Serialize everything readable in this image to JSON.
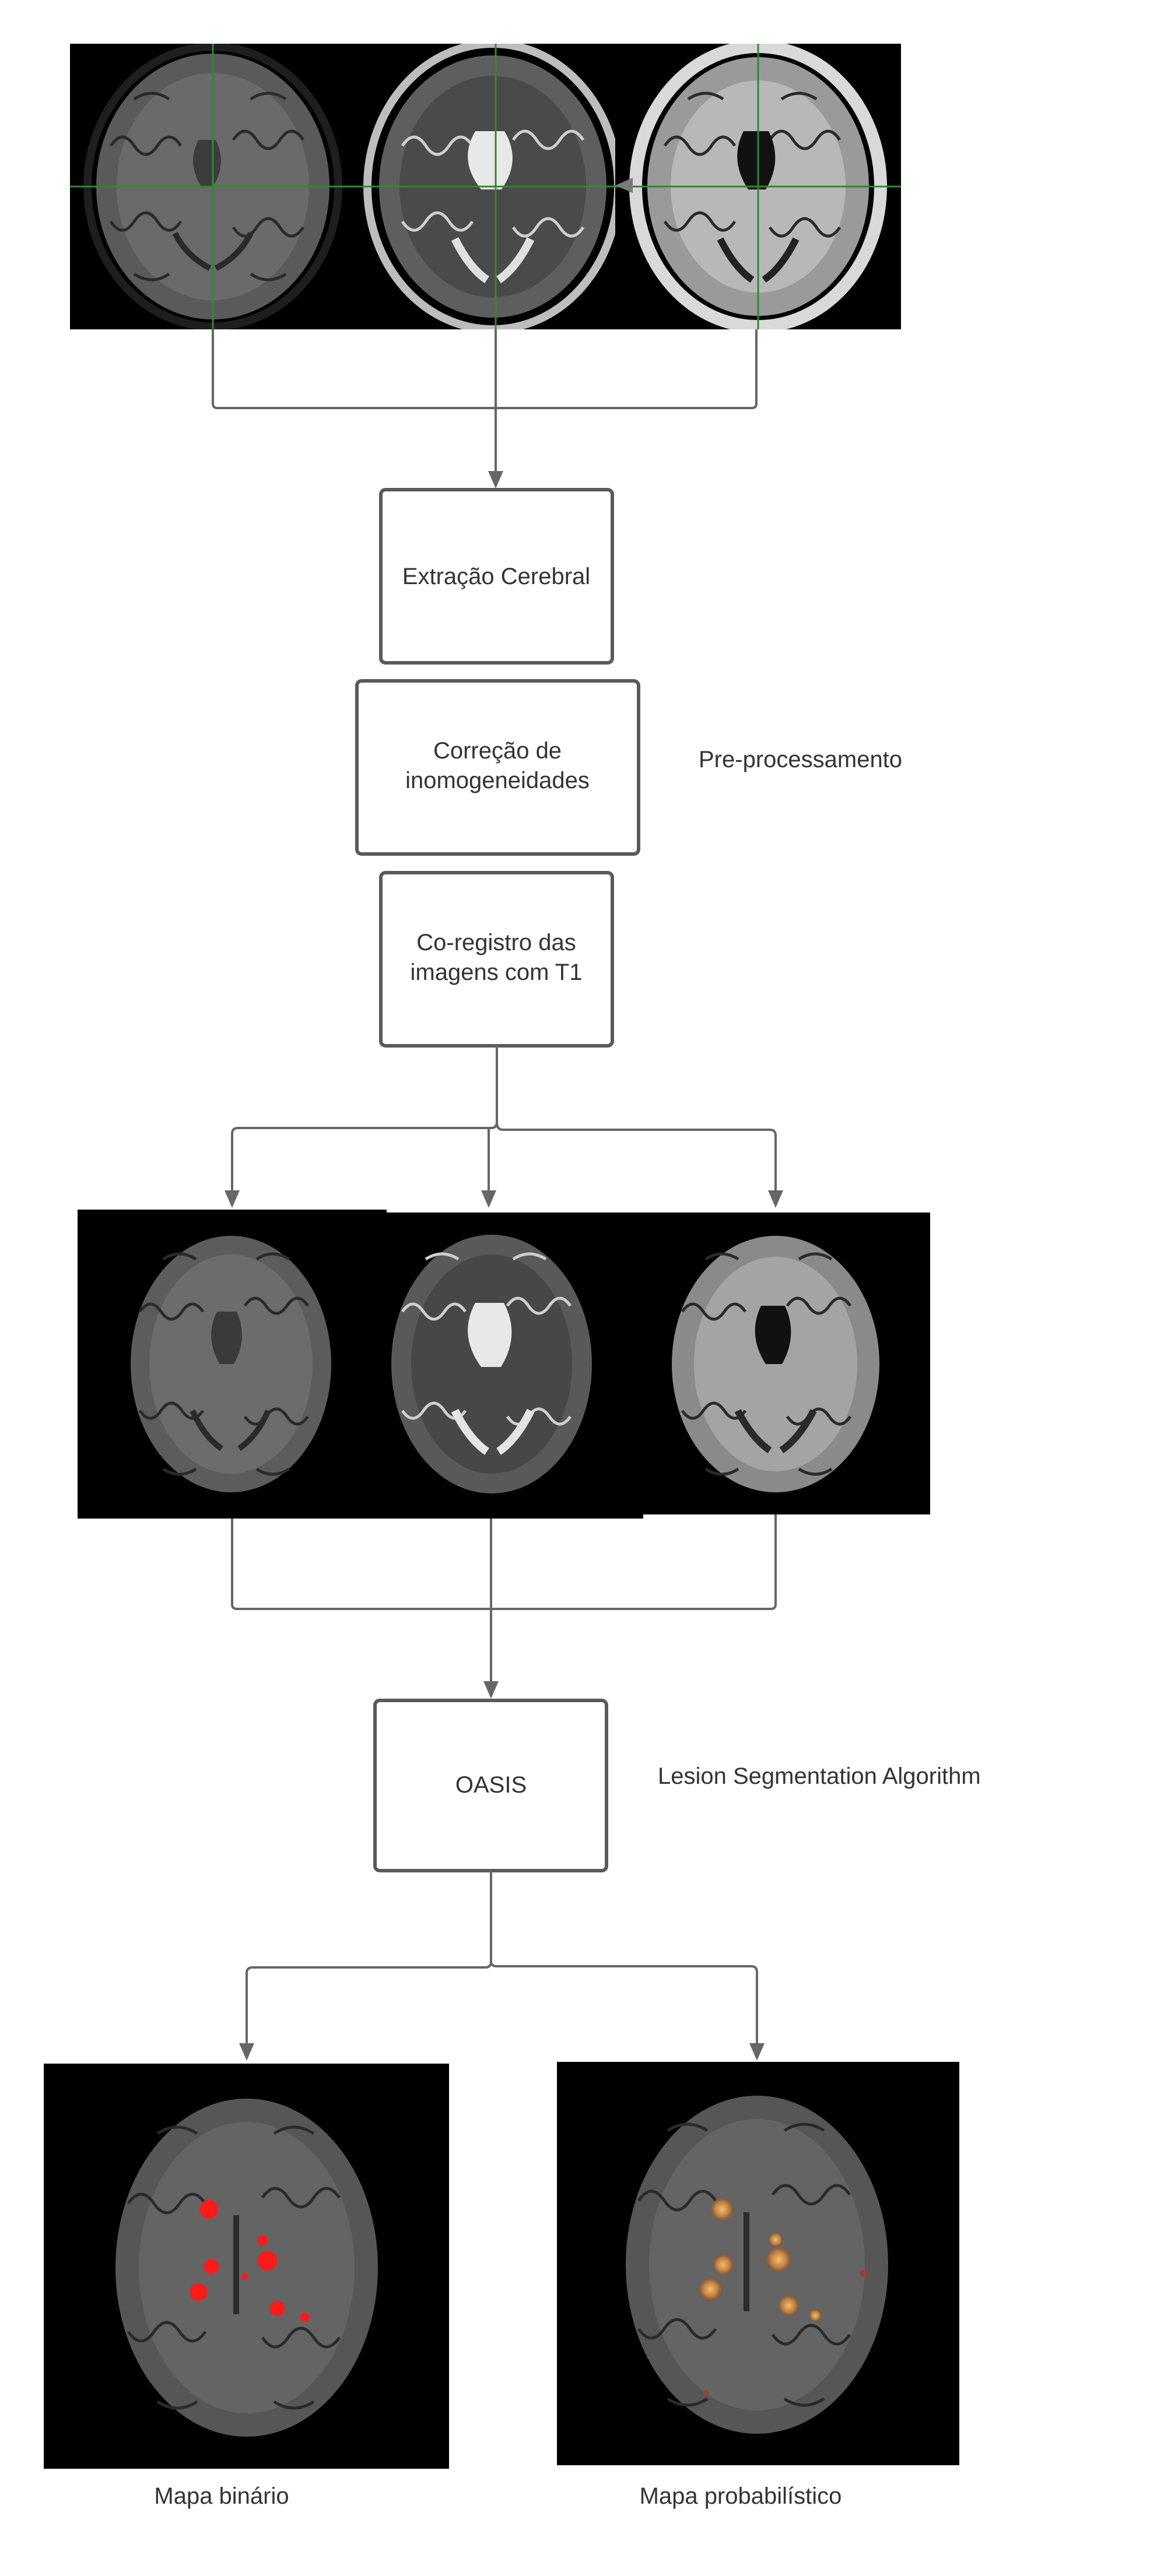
{
  "steps": {
    "brain_extraction": [
      "Extração Cerebral"
    ],
    "bias_correction": [
      "Correção de",
      "inomogeneidades"
    ],
    "coregistration": [
      "Co-registro das",
      "imagens com T1"
    ],
    "oasis": [
      "OASIS"
    ]
  },
  "stage_labels": {
    "preprocessing": "Pre-processamento",
    "segmentation": "Lesion Segmentation Algorithm"
  },
  "outputs": {
    "binary_map": "Mapa binário",
    "probabilistic_map": "Mapa probabilístico"
  },
  "colors": {
    "box_stroke": "#5a5a5a",
    "connector": "#666666",
    "image_background": "#000000",
    "crosshair": "#2e8b2e",
    "lesion_binary": "#ff1a1a",
    "lesion_probabilistic": "#e0a040"
  }
}
